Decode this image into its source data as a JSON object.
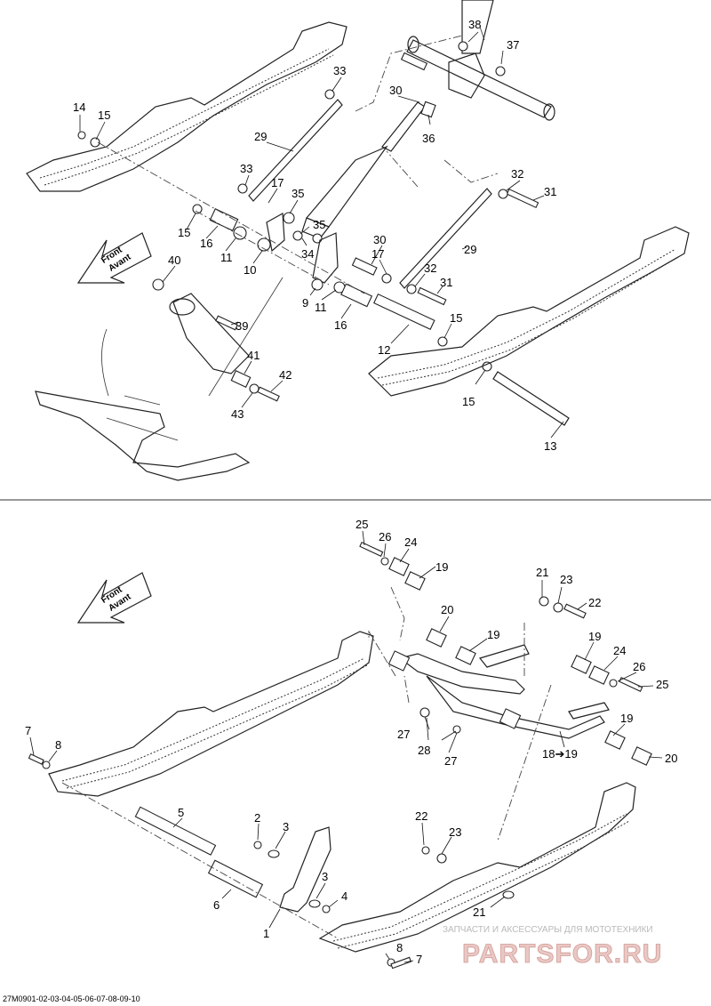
{
  "upper_view": {
    "callouts": [
      "38",
      "37",
      "33",
      "30",
      "36",
      "14",
      "15",
      "29",
      "33",
      "17",
      "35",
      "32",
      "31",
      "15",
      "16",
      "11",
      "10",
      "35",
      "34",
      "30",
      "17",
      "29",
      "32",
      "31",
      "40",
      "9",
      "11",
      "16",
      "15",
      "39",
      "12",
      "41",
      "42",
      "43",
      "15",
      "13"
    ]
  },
  "lower_view": {
    "callouts": [
      "25",
      "26",
      "24",
      "19",
      "21",
      "23",
      "22",
      "20",
      "19",
      "19",
      "24",
      "26",
      "25",
      "27",
      "28",
      "27",
      "18➔19",
      "19",
      "20",
      "7",
      "8",
      "5",
      "2",
      "3",
      "3",
      "4",
      "22",
      "23",
      "21",
      "1",
      "8",
      "7"
    ]
  },
  "front_arrow": {
    "line1": "Front",
    "line2": "Avant"
  },
  "drawing_code": "27M0901-02-03-04-05-06-07-08-09-10",
  "watermark": {
    "tagline": "ЗАПЧАСТИ И АКСЕССУАРЫ ДЛЯ МОТОТЕХНИКИ",
    "logo": "PARTSFOR.RU"
  }
}
